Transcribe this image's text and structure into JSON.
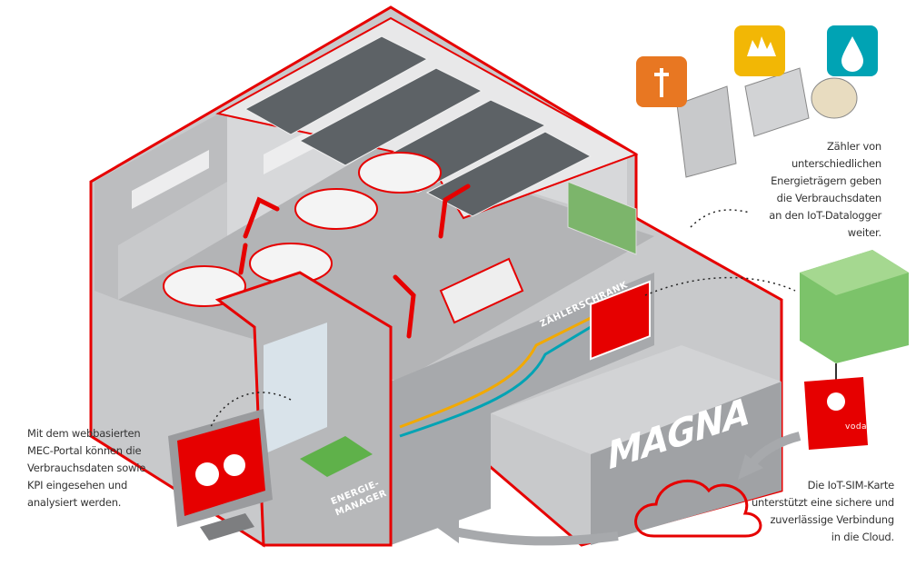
{
  "captions": {
    "meters": [
      "Zähler von",
      "unterschiedlichen",
      "Energieträgern geben",
      "die Verbrauchsdaten",
      "an den IoT-Datalogger",
      "weiter."
    ],
    "portal": [
      "Mit dem webbasierten",
      "MEC-Portal können die",
      "Verbrauchsdaten sowie",
      "KPI eingesehen und",
      "analysiert werden."
    ],
    "sim": [
      "Die IoT-SIM-Karte",
      "unterstützt eine sichere und",
      "zuverlässige Verbindung",
      "in die Cloud."
    ]
  },
  "labels": {
    "meter_cabinet": "ZÄHLERSCHRANK",
    "energy_manager_1": "ENERGIE-",
    "energy_manager_2": "MANAGER",
    "brand": "MAGNA",
    "sim_brand": "vodafone"
  },
  "icons": {
    "electricity": "plug-icon",
    "gas": "flame-icon",
    "water": "water-drop-icon"
  },
  "colors": {
    "accent": "#e60000",
    "electricity": "#e87722",
    "gas": "#f2b705",
    "water": "#00a3b4",
    "datalogger": "#5fb14a",
    "building": "#a7a9ac"
  }
}
